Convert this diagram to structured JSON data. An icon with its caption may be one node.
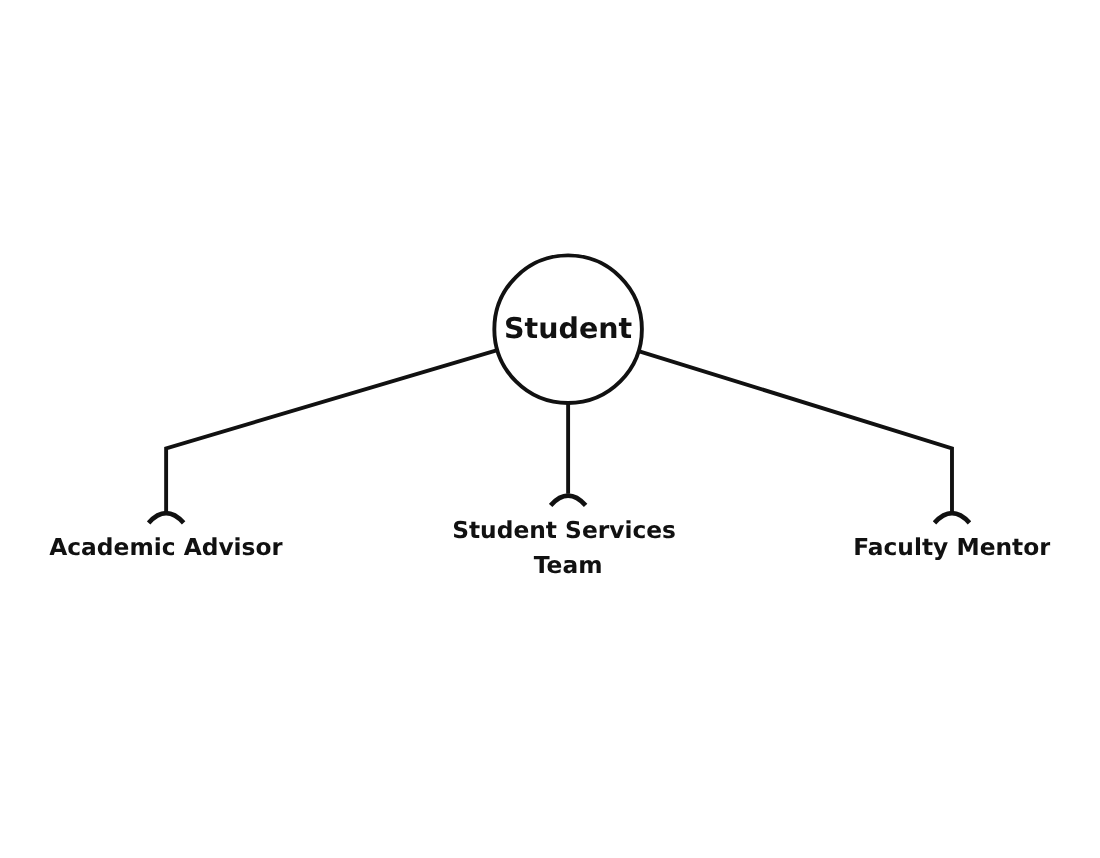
{
  "diagram": {
    "nodes": [
      {
        "text": [
          "Academic Advisor"
        ]
      },
      {
        "text": [
          "Student"
        ]
      },
      {
        "text": [
          "Student Services Team"
        ]
      },
      {
        "text": [
          "Faculty Mentor"
        ]
      }
    ],
    "edges": [
      {
        "from": 1,
        "to": 0,
        "arrow": "other"
      },
      {
        "from": 1,
        "to": 2,
        "arrow": "other"
      },
      {
        "from": 1,
        "to": 3,
        "arrow": "other"
      }
    ]
  }
}
